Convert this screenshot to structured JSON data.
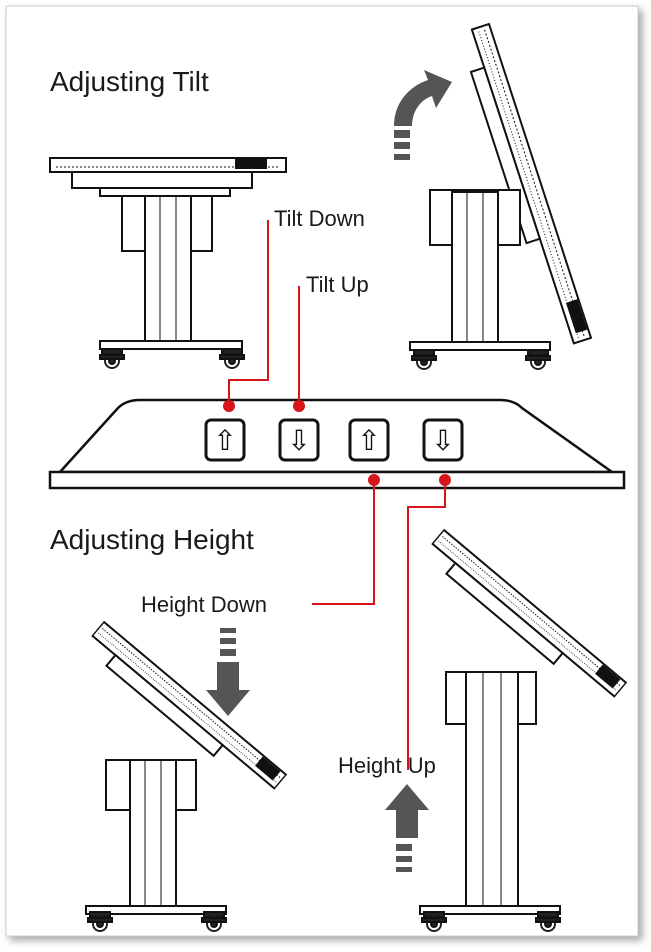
{
  "headings": {
    "tilt": "Adjusting Tilt",
    "height": "Adjusting Height"
  },
  "callouts": {
    "tilt_down": "Tilt Down",
    "tilt_up": "Tilt Up",
    "height_down": "Height Down",
    "height_up": "Height Up"
  },
  "control_panel": {
    "buttons": [
      {
        "glyph": "⇧",
        "icon": "arrow-up-icon"
      },
      {
        "glyph": "⇩",
        "icon": "arrow-down-icon"
      },
      {
        "glyph": "⇧",
        "icon": "arrow-up-icon"
      },
      {
        "glyph": "⇩",
        "icon": "arrow-down-icon"
      }
    ]
  },
  "colors": {
    "callout_line": "#d7141a",
    "ink": "#1a1a1a",
    "direction_arrow": "#555555"
  }
}
